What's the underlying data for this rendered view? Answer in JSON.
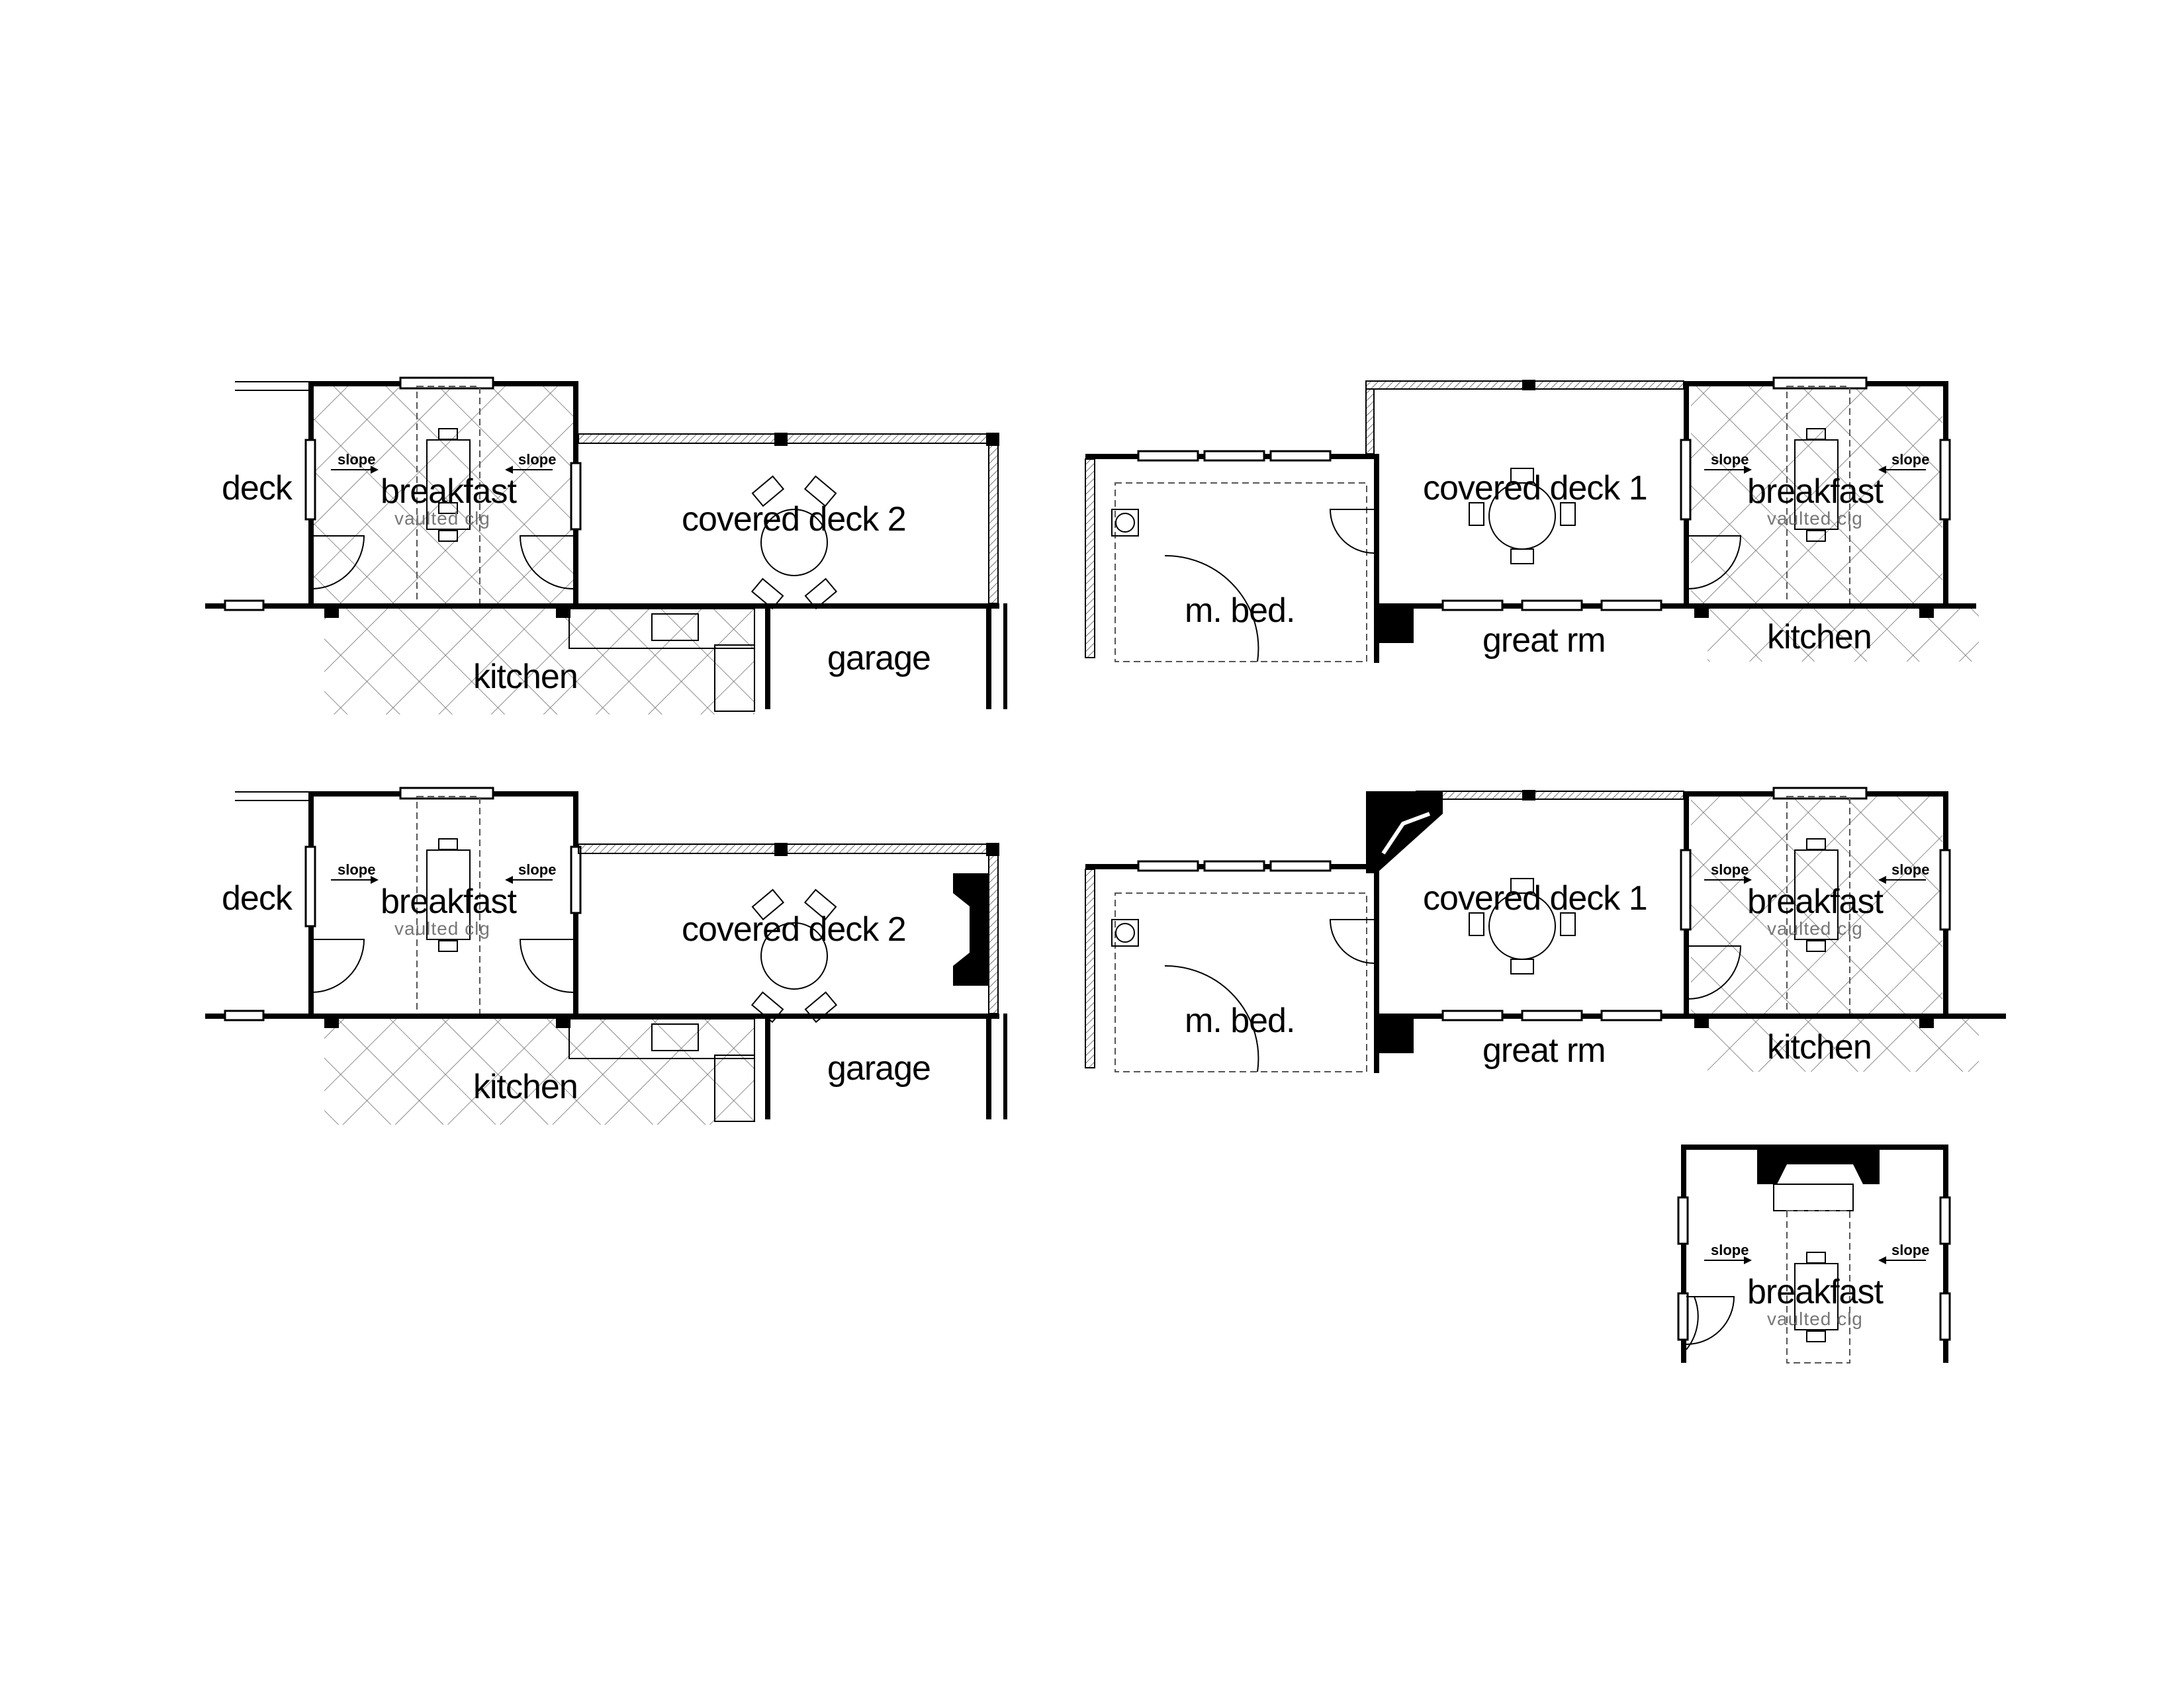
{
  "labels": {
    "deck": "deck",
    "breakfast": "breakfast",
    "vaulted": "vaulted clg",
    "slope": "slope",
    "covered_deck_2": "covered deck 2",
    "covered_deck_1": "covered deck 1",
    "kitchen": "kitchen",
    "garage": "garage",
    "master_bed": "m. bed.",
    "great_rm": "great rm"
  },
  "colors": {
    "line": "#000000",
    "ceiling_text": "#777777",
    "background": "#ffffff"
  }
}
